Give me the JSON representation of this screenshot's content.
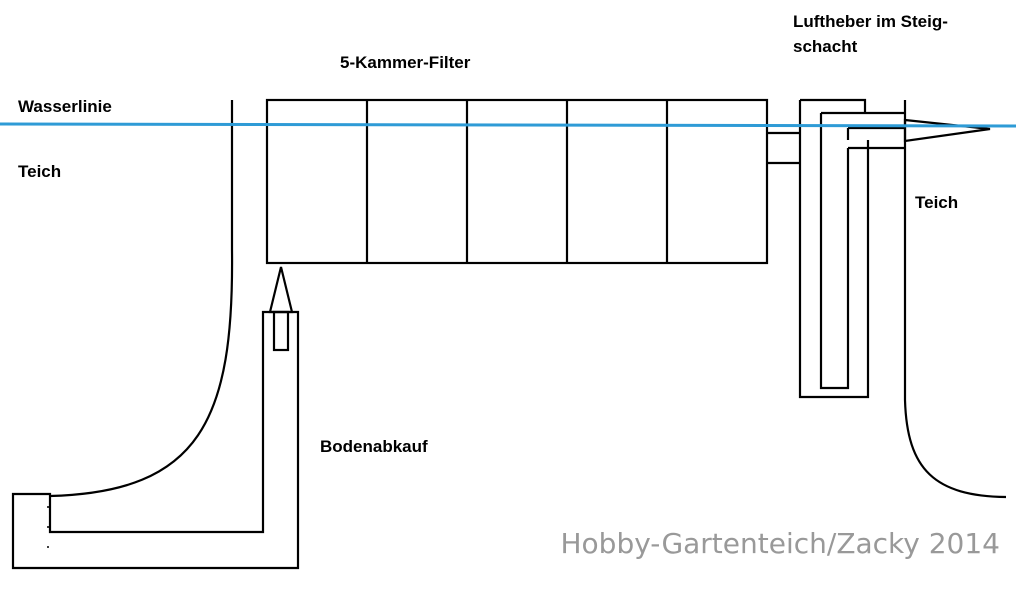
{
  "labels": {
    "wasserlinie": "Wasserlinie",
    "teich_left": "Teich",
    "teich_right": "Teich",
    "filter": "5-Kammer-Filter",
    "luftheber_line1": "Luftheber im Steig-",
    "luftheber_line2": "schacht",
    "bodenablauf": "Bodenabkauf"
  },
  "credit": "Hobby-Gartenteich/Zacky 2014",
  "filter_chambers": 5,
  "colors": {
    "water_line": "#2e9bd6",
    "lines": "#000000",
    "credit_text": "#999999"
  }
}
